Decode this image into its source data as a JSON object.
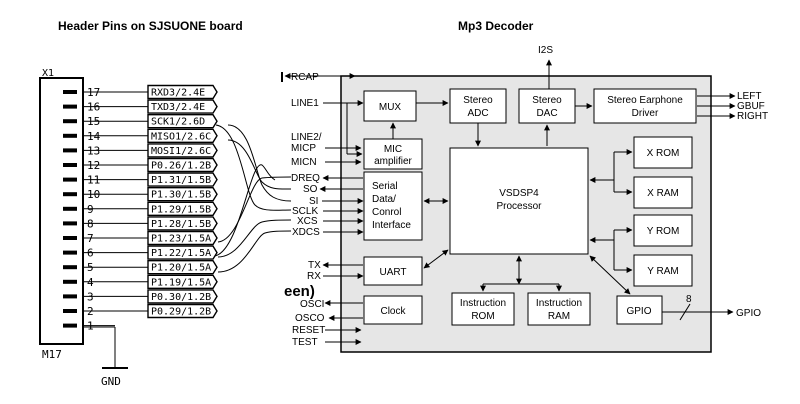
{
  "titles": {
    "left": "Header Pins on SJSUONE board",
    "right": "Mp3 Decoder"
  },
  "header": {
    "ref": "X1",
    "part": "M17",
    "gnd_label": "GND",
    "pins": [
      {
        "num": "17",
        "label": "RXD3/2.4E"
      },
      {
        "num": "16",
        "label": "TXD3/2.4E"
      },
      {
        "num": "15",
        "label": "SCK1/2.6D"
      },
      {
        "num": "14",
        "label": "MISO1/2.6C"
      },
      {
        "num": "13",
        "label": "MOSI1/2.6C"
      },
      {
        "num": "12",
        "label": "P0.26/1.2B"
      },
      {
        "num": "11",
        "label": "P1.31/1.5B"
      },
      {
        "num": "10",
        "label": "P1.30/1.5B"
      },
      {
        "num": "9",
        "label": "P1.29/1.5B"
      },
      {
        "num": "8",
        "label": "P1.28/1.5B"
      },
      {
        "num": "7",
        "label": "P1.23/1.5A"
      },
      {
        "num": "6",
        "label": "P1.22/1.5A"
      },
      {
        "num": "5",
        "label": "P1.20/1.5A"
      },
      {
        "num": "4",
        "label": "P1.19/1.5A"
      },
      {
        "num": "3",
        "label": "P0.30/1.2B"
      },
      {
        "num": "2",
        "label": "P0.29/1.2B"
      },
      {
        "num": "1",
        "label": ""
      }
    ]
  },
  "decoder": {
    "signals": {
      "rcap": "RCAP",
      "line1": "LINE1",
      "line2": "LINE2/",
      "micp": "MICP",
      "micn": "MICN",
      "dreq": "DREQ",
      "so": "SO",
      "si": "SI",
      "sclk": "SCLK",
      "xcs": "XCS",
      "xdcs": "XDCS",
      "tx": "TX",
      "rx": "RX",
      "osci": "OSCI",
      "osco": "OSCO",
      "reset": "RESET",
      "test": "TEST",
      "i2s": "I2S",
      "left": "LEFT",
      "gbuf": "GBUF",
      "right": "RIGHT",
      "gpio_out": "GPIO",
      "bus_width": "8",
      "een": "een)"
    },
    "blocks": {
      "mux": "MUX",
      "adc_1": "Stereo",
      "adc_2": "ADC",
      "dac_1": "Stereo",
      "dac_2": "DAC",
      "earphone_1": "Stereo Earphone",
      "earphone_2": "Driver",
      "mic_1": "MIC",
      "mic_2": "amplifier",
      "serial_1": "Serial",
      "serial_2": "Data/",
      "serial_3": "Conrol",
      "serial_4": "Interface",
      "dsp_1": "VSDSP4",
      "dsp_2": "Processor",
      "xrom": "X ROM",
      "xram": "X RAM",
      "yrom": "Y ROM",
      "yram": "Y RAM",
      "uart": "UART",
      "clock": "Clock",
      "irom_1": "Instruction",
      "irom_2": "ROM",
      "iram_1": "Instruction",
      "iram_2": "RAM",
      "gpio": "GPIO"
    }
  }
}
